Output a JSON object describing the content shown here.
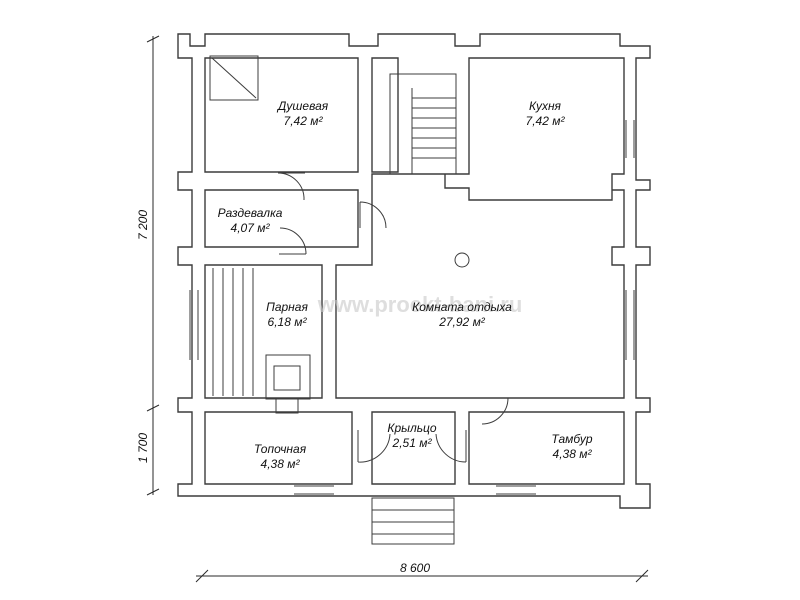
{
  "watermark": "www.proekt-bani.ru",
  "rooms": [
    {
      "id": "dushevaya",
      "name": "Душевая",
      "area": "7,42 м²"
    },
    {
      "id": "kukhnya",
      "name": "Кухня",
      "area": "7,42 м²"
    },
    {
      "id": "razdevalka",
      "name": "Раздевалка",
      "area": "4,07 м²"
    },
    {
      "id": "parnaya",
      "name": "Парная",
      "area": "6,18 м²"
    },
    {
      "id": "komnata-otdykha",
      "name": "Комната отдыха",
      "area": "27,92 м²"
    },
    {
      "id": "kryltso",
      "name": "Крыльцо",
      "area": "2,51 м²"
    },
    {
      "id": "topochnaya",
      "name": "Топочная",
      "area": "4,38 м²"
    },
    {
      "id": "tambur",
      "name": "Тамбур",
      "area": "4,38 м²"
    }
  ],
  "dimensions": {
    "width": "8 600",
    "height_main": "7 200",
    "height_lower": "1 700"
  }
}
